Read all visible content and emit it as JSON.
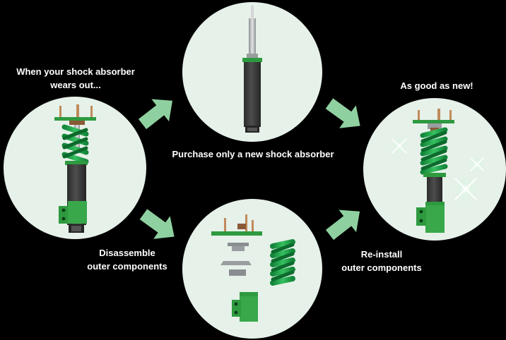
{
  "steps": {
    "worn": {
      "line1": "When your shock absorber",
      "line2": "wears out..."
    },
    "purchase": {
      "text": "Purchase only a new shock absorber"
    },
    "disassemble": {
      "line1": "Disassemble",
      "line2": "outer components"
    },
    "reinstall": {
      "line1": "Re-install",
      "line2": "outer components"
    },
    "result": {
      "text": "As good as new!"
    }
  },
  "colors": {
    "background": "#000000",
    "circle_fill": "#e6f1e9",
    "arrow": "#8fd0a0",
    "spring_green": "#1fa14a",
    "body_dark": "#3a3a3a",
    "rod_silver": "#b9bcbe",
    "bracket_green": "#2e9a3f",
    "copper": "#c08a5b"
  },
  "icons": [
    "shock-absorber-icon",
    "spring-icon",
    "sparkle-icon",
    "arrow-icon"
  ]
}
